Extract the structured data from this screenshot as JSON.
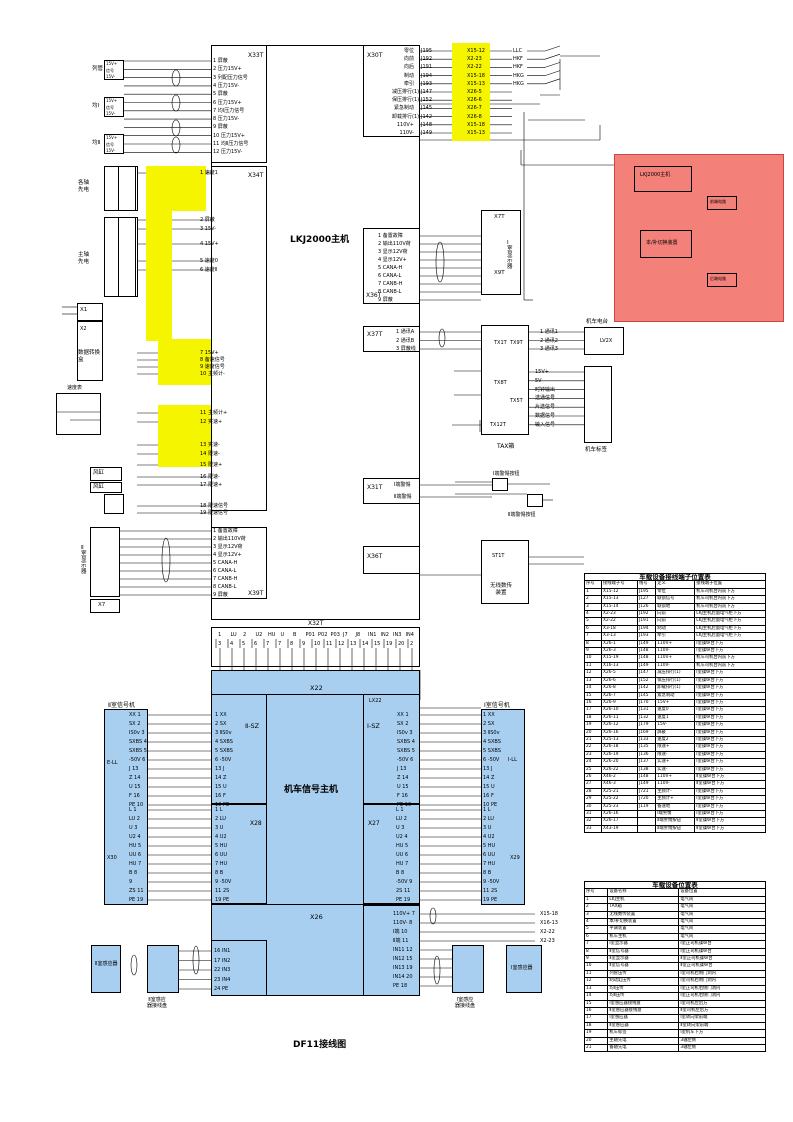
{
  "main_units": {
    "lkj_host": "LKJ2000主机",
    "loco_signal_host": "机车信号主机",
    "tax_box": "TAX箱",
    "radio_device": "无线数传\n装置",
    "caption": "DF11接线图"
  },
  "connectors": {
    "x33t": "X33T",
    "x34t": "X34T",
    "x30t": "X30T",
    "x36t": "X36T",
    "x37t": "X37T",
    "x31t": "X31T",
    "x36t2": "X36T",
    "x7t": "X7T",
    "x9t": "X9T",
    "x39t": "X39T",
    "x32t": "X32T",
    "x22": "X22",
    "x28": "X28",
    "x27": "X27",
    "x29": "X29",
    "x30": "X30",
    "x26": "X26",
    "lx22": "LX22",
    "iisz": "Ⅱ-SZ",
    "isz": "Ⅰ-SZ",
    "tx1t": "TX1T",
    "tx9t": "TX9T",
    "tx8t": "TX8T",
    "tx5t": "TX5T",
    "tx12t": "TX12T",
    "st1t": "ST1T"
  },
  "left_devices": {
    "press_pipe": "列管",
    "brake_cyl": "均Ⅰ",
    "equal_res": "均Ⅱ",
    "sensor_labels": [
      "15V+",
      "信号",
      "15V-"
    ],
    "axle_gen1": "各轴\n先电",
    "axle_gen2": "主轴\n先电",
    "xd": "X1",
    "speed_display": "数据转换\n盒",
    "speed_sensor": "速度表",
    "x2": "X2",
    "press_cyl": "风缸",
    "press_cyl2": "风缸",
    "ii_display": "Ⅱ\n室\n显\n示\n器",
    "x7": "X7"
  },
  "right_devices": {
    "display_i": "Ⅰ\n室\n显\n示\n器",
    "loco_radio": "机车电台",
    "lv2x": "LV2X",
    "cab_label": "机车标签",
    "pink_title": "LKJ2000主机",
    "pink_switch": "本/补切换装置",
    "pink_b1": "前端电路",
    "pink_b2": "后端电路",
    "ii_press": "Ⅱ端警惕按钮",
    "i_press": "Ⅰ端警惕按钮"
  },
  "x33_pins": [
    "1 屏蔽",
    "2 压力15V+",
    "3 列配压力信号",
    "4 压力15V-",
    "5 屏蔽",
    "6 压力15V+",
    "7 均Ⅰ压力信号",
    "8 压力15V-",
    "9 屏蔽",
    "10 压力15V+",
    "11 均Ⅱ压力信号",
    "12 压力15V-"
  ],
  "x34_pins": [
    "1 速度1",
    "2 屏蔽",
    "3 15V-",
    "4 15V+",
    "5 速度0",
    "6 速度Ⅱ",
    "7 15V+",
    "8 备速信号",
    "9 速度信号",
    "10 主频计-",
    "11 主频计+",
    "12 实速+",
    "13 实速-",
    "14 限速-",
    "15 限速+",
    "16 限速-",
    "17 限速+",
    "18 限速信号",
    "19 限速信号"
  ],
  "x30_pins": [
    "零位",
    "向前",
    "向后",
    "制动",
    "牵引",
    "减压排行(1)",
    "保压排行(1)",
    "紧急制动",
    "卸载排行(1)",
    "110V+",
    "110V-"
  ],
  "x30_nums": [
    "J195",
    "J192",
    "J191",
    "J194",
    "J193",
    "J147",
    "J152",
    "J145",
    "J142",
    "J148",
    "J149"
  ],
  "x30_sigs": [
    "X15-12",
    "X2-23",
    "X2-22",
    "X15-18",
    "X15-13",
    "X26-5",
    "X26-6",
    "X26-7",
    "X26-8",
    "X15-18",
    "X15-13"
  ],
  "x30_sw": [
    "LLC",
    "HKF",
    "HKF",
    "HKG",
    "HKG"
  ],
  "x36_pins": [
    "1 备置故障",
    "2 输出110V荷",
    "3 显示12V荷",
    "4 显示12V+",
    "5 CANA-H",
    "6 CANA-L",
    "7 CANB-H",
    "8 CANB-L",
    "9 屏蔽"
  ],
  "x37_pins": [
    "1 通讯A",
    "2 通讯B",
    "3 屏蔽线"
  ],
  "x31_pins": [
    "Ⅰ端警惕",
    "Ⅱ端警惕"
  ],
  "x39_pins": [
    "1 备置故障",
    "2 输出110V荷",
    "3 显示12V荷",
    "4 显示12V+",
    "5 CANA-H",
    "6 CANA-L",
    "7 CANB-H",
    "8 CANB-L",
    "9 屏蔽"
  ],
  "tax_pins": [
    "1 通讯1",
    "2 通讯2",
    "3 通讯3"
  ],
  "tx5_pins": [
    "15V+",
    "5V-",
    "时钟输出",
    "选通信号",
    "片选信号",
    "数据信号",
    "输入信号"
  ],
  "x32_top": [
    "1",
    "LU",
    "2",
    "U2",
    "HU",
    "U",
    "B",
    "P01",
    "P02",
    "P03",
    "J7",
    "J8",
    "IN1",
    "IN2",
    "IN3",
    "IN4"
  ],
  "x32_nums": [
    "3",
    "4",
    "5",
    "6",
    "7",
    "7",
    "8",
    "9",
    "10",
    "11",
    "12",
    "13",
    "14",
    "15",
    "19",
    "20",
    "2"
  ],
  "x22_left_nums": [
    "1 XX",
    "2 SX",
    "3 ⅡS0v",
    "4 SXBS",
    "5 SXBS",
    "6 -50V",
    "13 J",
    "14 Z",
    "15 U",
    "16 F",
    "10 PE"
  ],
  "x22_right_nums": [
    "XX 1",
    "SX 2",
    "ⅠS0v 3",
    "SXBS 4",
    "SXBS 5",
    "-50V 6",
    "J 13",
    "Z 14",
    "U 15",
    "F 16",
    "PE 10"
  ],
  "x28_pins": [
    "1 L",
    "2 LU",
    "3 U",
    "4 U2",
    "5 HU",
    "6 UU",
    "7 HU",
    "8 B",
    "9 -50V",
    "11 2S",
    "19 PE"
  ],
  "x27_pins": [
    "L 1",
    "LU 2",
    "U 3",
    "U2 4",
    "HU 5",
    "UU 6",
    "HU 7",
    "B 8",
    "-50V 9",
    "2S 11",
    "PE 19"
  ],
  "x29_pins": [
    "1 L",
    "2 LU",
    "3 U",
    "4 U2",
    "5 HU",
    "6 UU",
    "7 HU",
    "8 B",
    "9 -50V",
    "11 2S",
    "19 PE"
  ],
  "x30l_pins": [
    "L 1",
    "LU 2",
    "U 3",
    "U2 4",
    "HU 5",
    "UU 6",
    "HU 7",
    "B 8",
    "9",
    "ZS 11",
    "PE 19"
  ],
  "x26_pins": [
    "16 IN1",
    "17 IN2",
    "22 IN3",
    "23 IN4",
    "24 PE"
  ],
  "x26_right": [
    "110V+ 7",
    "110V- 8",
    "Ⅰ端 10",
    "Ⅱ端 11",
    "IN11 12",
    "IN12 15",
    "IN13 19",
    "IN14 20",
    "PE 18"
  ],
  "x26_right_sigs": [
    "X15-18",
    "X16-13",
    "X2-22",
    "X2-23"
  ],
  "sig_boxes": {
    "ii_signal": "Ⅱ室信号机",
    "i_signal": "Ⅰ室信号机",
    "ii_sensor": "Ⅱ室感应器",
    "i_sensor": "Ⅰ室感应器",
    "ii_bus": "Ⅱ室感应\n器接线盘",
    "i_bus": "Ⅰ室感应\n器接线盘",
    "ell": "E-LL",
    "ell2": "Ⅰ-LL"
  },
  "table1": {
    "title": "车载设备接线端子位置表",
    "header": [
      "序号",
      "接线端子号",
      "线号",
      "定义",
      "接线端子位置"
    ],
    "rows": [
      [
        "1",
        "X15-12",
        "J195",
        "零位",
        "机车司机台内前下方"
      ],
      [
        "2",
        "X15-13",
        "J127",
        "联锁信号",
        "机车司机台内前下方"
      ],
      [
        "3",
        "X15-14",
        "J126",
        "联锁地",
        "机车司机台内前下方"
      ],
      [
        "4",
        "X2-23",
        "J192",
        "向前",
        "LKJ主机后面电气柜下方"
      ],
      [
        "5",
        "X2-22",
        "J191",
        "向前",
        "LKJ主机后面电气柜下方"
      ],
      [
        "6",
        "X3-18",
        "J194",
        "制动",
        "LKJ主机后面电气柜下方"
      ],
      [
        "7",
        "X3-13",
        "J193",
        "牵引",
        "LKJ主机后面电气柜下方"
      ],
      [
        "8",
        "X26-1",
        "J149",
        "110V+",
        "Ⅰ室操纵台下方"
      ],
      [
        "9",
        "X26-3",
        "J148",
        "110V-",
        "Ⅰ室操纵台下方"
      ],
      [
        "10",
        "X15-19",
        "J148",
        "110V+",
        "机车司机台内前下方"
      ],
      [
        "11",
        "X16-13",
        "J149",
        "110V-",
        "机车司机台内前下方"
      ],
      [
        "12",
        "X26-5",
        "J147",
        "减压排行(1)",
        "Ⅰ室操纵台下方"
      ],
      [
        "13",
        "X26-6",
        "J152",
        "保压排行(1)",
        "Ⅰ室操纵台下方"
      ],
      [
        "14",
        "X26-8",
        "J142",
        "卸载排行(1)",
        "Ⅰ室操纵台下方"
      ],
      [
        "15",
        "X26-7",
        "J145",
        "紧急制动",
        "Ⅰ室操纵台下方"
      ],
      [
        "16",
        "X26-9",
        "J170",
        "15V+",
        "Ⅰ室操纵台下方"
      ],
      [
        "17",
        "X26-10",
        "J131",
        "速度0",
        "Ⅰ室操纵台下方"
      ],
      [
        "18",
        "X26-11",
        "J132",
        "速度1",
        "Ⅰ室操纵台下方"
      ],
      [
        "19",
        "X26-12",
        "J179",
        "15V-",
        "Ⅰ室操纵台下方"
      ],
      [
        "20",
        "X26-16",
        "J169",
        "屏蔽",
        "Ⅰ室操纵台下方"
      ],
      [
        "21",
        "X25-13",
        "J133",
        "速度2",
        "Ⅰ室操纵台下方"
      ],
      [
        "22",
        "X26-18",
        "J135",
        "限速+",
        "Ⅰ室操纵台下方"
      ],
      [
        "23",
        "X26-19",
        "J136",
        "限速-",
        "Ⅰ室操纵台下方"
      ],
      [
        "24",
        "X26-20",
        "J137",
        "实速+",
        "Ⅰ室操纵台下方"
      ],
      [
        "25",
        "X26-22",
        "J138",
        "实速-",
        "Ⅰ室操纵台下方"
      ],
      [
        "26",
        "X46-2",
        "J148",
        "110V+",
        "Ⅱ室操纵台下方"
      ],
      [
        "27",
        "X46-3",
        "J149",
        "110V-",
        "Ⅱ室操纵台下方"
      ],
      [
        "28",
        "X25-21",
        "J721",
        "主频计-",
        "Ⅰ室操纵台下方"
      ],
      [
        "29",
        "X25-22",
        "J720",
        "主频计+",
        "Ⅰ室操纵台下方"
      ],
      [
        "30",
        "X25-23",
        "J119",
        "备速地",
        "Ⅰ室操纵台下方"
      ],
      [
        "31",
        "X26-16",
        "",
        "Ⅰ端警惕",
        "Ⅰ室操纵台下方"
      ],
      [
        "32",
        "X26-17",
        "",
        "Ⅱ端警惕按钮",
        "Ⅱ室操纵台下方"
      ],
      [
        "33",
        "X43-19",
        "",
        "Ⅱ端警惕按钮",
        "Ⅱ室操纵台下方"
      ]
    ]
  },
  "table2": {
    "title": "车载设备位置表",
    "header": [
      "序号",
      "设备名称",
      "设备位置"
    ],
    "rows": [
      [
        "1",
        "LKJ主机",
        "电气间"
      ],
      [
        "2",
        "TAX箱",
        "电气间"
      ],
      [
        "3",
        "无线数传装置",
        "电气间"
      ],
      [
        "4",
        "本/补切换装置",
        "电气间"
      ],
      [
        "5",
        "平调装置",
        "电气间"
      ],
      [
        "6",
        "机车主机",
        "电气间"
      ],
      [
        "7",
        "Ⅰ室显示器",
        "Ⅰ室正司机操纵台"
      ],
      [
        "8",
        "Ⅱ室信号器",
        "Ⅰ室正司机操纵台"
      ],
      [
        "9",
        "Ⅱ室显示器",
        "Ⅱ室正司机操纵台"
      ],
      [
        "10",
        "Ⅱ室信号器",
        "Ⅱ室正司机操纵台"
      ],
      [
        "11",
        "列管压传",
        "Ⅰ室司机右侧门洞内"
      ],
      [
        "12",
        "制动缸压传",
        "Ⅰ室司机右侧门洞内"
      ],
      [
        "13",
        "均Ⅰ压传",
        "Ⅰ室正司机右侧门洞内"
      ],
      [
        "14",
        "均Ⅱ压传",
        "Ⅰ室正司机右侧门洞内"
      ],
      [
        "15",
        "Ⅰ室感应器接线盘",
        "Ⅰ室司机左后方"
      ],
      [
        "16",
        "Ⅱ室感应器接线盘",
        "Ⅱ室司机左后方"
      ],
      [
        "17",
        "Ⅰ室感应器",
        "Ⅰ室转向架前端"
      ],
      [
        "18",
        "Ⅱ室感应器",
        "Ⅱ室转向架前端"
      ],
      [
        "19",
        "机车标签",
        "Ⅰ室机车下方"
      ],
      [
        "20",
        "主轴先电",
        "3轴左侧"
      ],
      [
        "21",
        "备轴先电",
        "3轴左侧"
      ]
    ]
  }
}
